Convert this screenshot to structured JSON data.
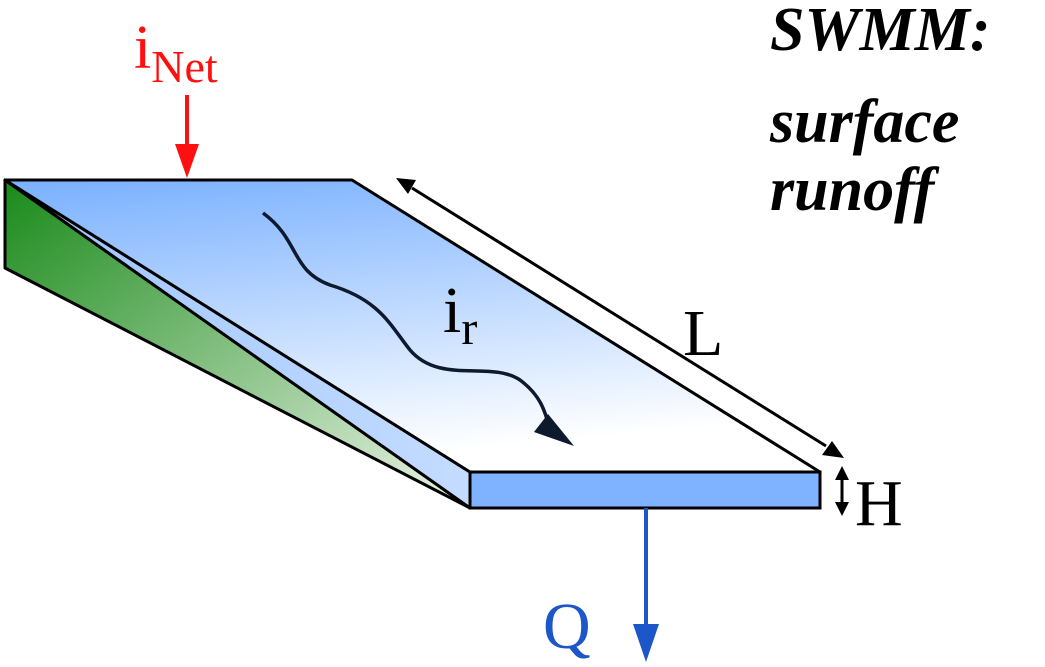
{
  "title": {
    "line1": "SWMM:",
    "line2": "surface",
    "line3": "runoff"
  },
  "labels": {
    "inflow_main": "i",
    "inflow_sub": "Net",
    "runoff_rate_main": "i",
    "runoff_rate_sub": "r",
    "length": "L",
    "depth": "H",
    "discharge": "Q"
  },
  "colors": {
    "inflow_arrow": "#ff1010",
    "discharge_arrow": "#1d56c8",
    "water_top_start": "#79b0ff",
    "water_top_end": "#ffffff",
    "water_edge": "#7fb2ff",
    "ground_start": "#1a8a1a",
    "ground_end": "#e6f0e0",
    "outline": "#000000"
  },
  "icons": {
    "flow_path": "wavy-arrow-icon",
    "length_dimension": "double-arrow-icon",
    "depth_dimension": "double-arrow-icon"
  }
}
